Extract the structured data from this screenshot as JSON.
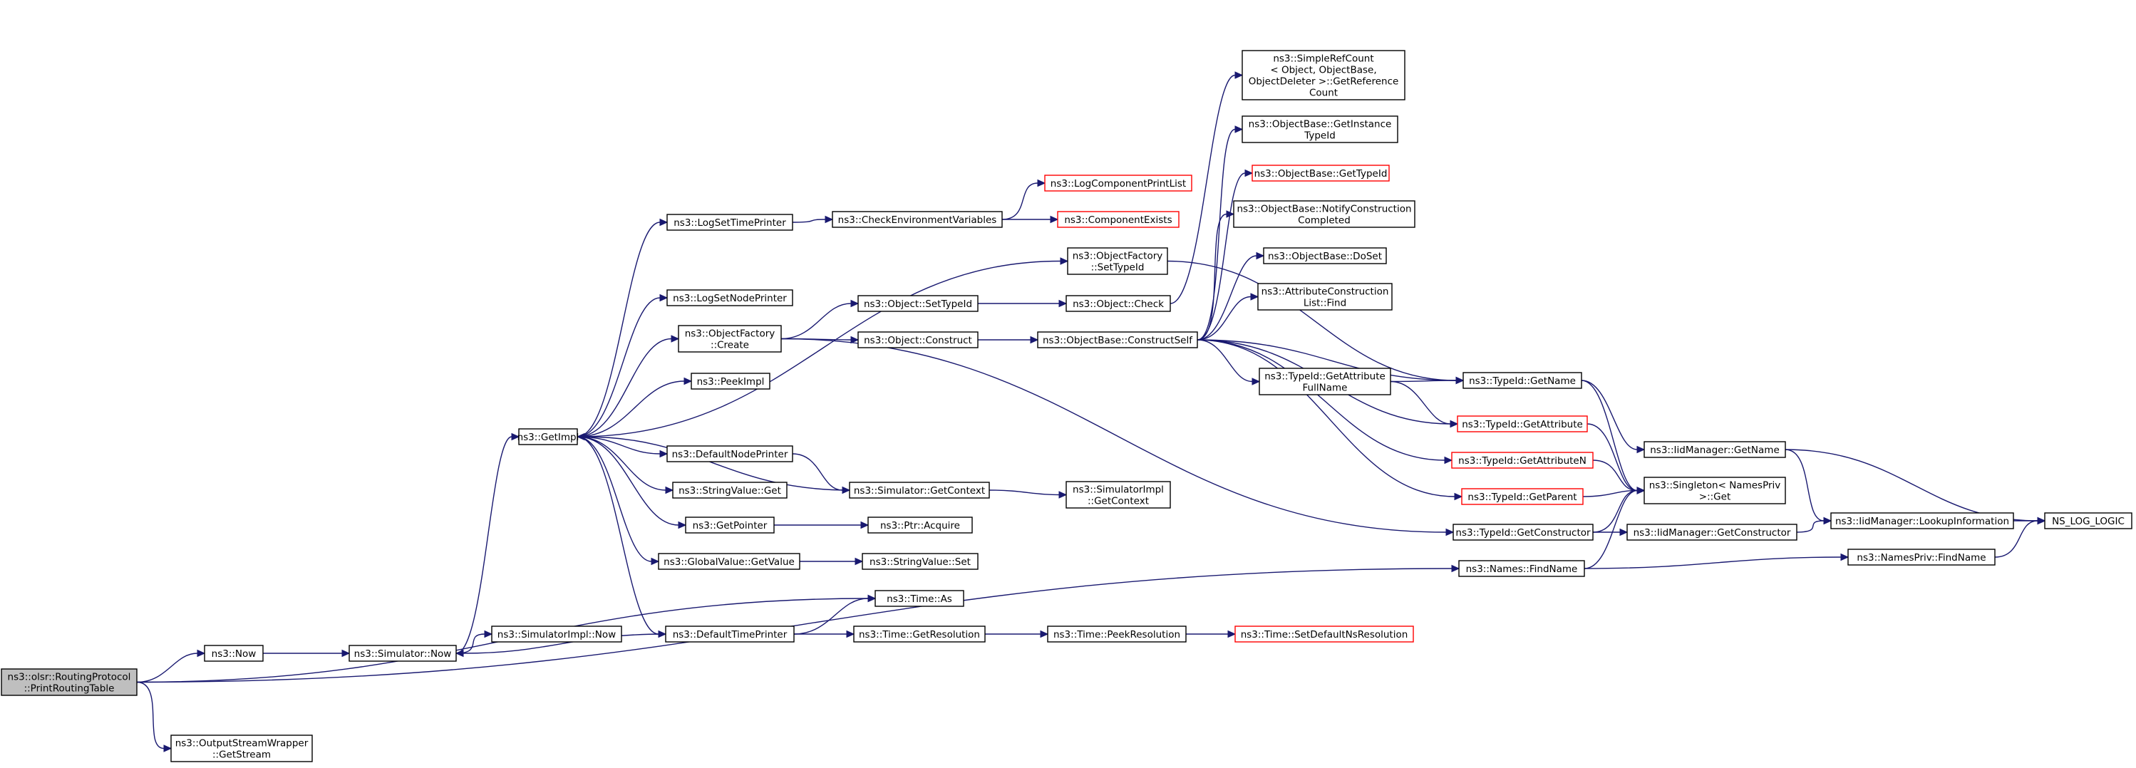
{
  "nodes": [
    {
      "id": "root",
      "lines": [
        "ns3::olsr::RoutingProtocol",
        "::PrintRoutingTable"
      ],
      "style": "root"
    },
    {
      "id": "now",
      "lines": [
        "ns3::Now"
      ]
    },
    {
      "id": "osw",
      "lines": [
        "ns3::OutputStreamWrapper",
        "::GetStream"
      ]
    },
    {
      "id": "simnow",
      "lines": [
        "ns3::Simulator::Now"
      ]
    },
    {
      "id": "getimpl",
      "lines": [
        "ns3::GetImpl"
      ]
    },
    {
      "id": "simimplnow",
      "lines": [
        "ns3::SimulatorImpl::Now"
      ]
    },
    {
      "id": "logsettime",
      "lines": [
        "ns3::LogSetTimePrinter"
      ]
    },
    {
      "id": "logsetnode",
      "lines": [
        "ns3::LogSetNodePrinter"
      ]
    },
    {
      "id": "ofcreate",
      "lines": [
        "ns3::ObjectFactory",
        "::Create"
      ]
    },
    {
      "id": "peekimpl",
      "lines": [
        "ns3::PeekImpl"
      ]
    },
    {
      "id": "defnodeprinter",
      "lines": [
        "ns3::DefaultNodePrinter"
      ]
    },
    {
      "id": "strvalget",
      "lines": [
        "ns3::StringValue::Get"
      ]
    },
    {
      "id": "getpointer",
      "lines": [
        "ns3::GetPointer"
      ]
    },
    {
      "id": "gvgetvalue",
      "lines": [
        "ns3::GlobalValue::GetValue"
      ]
    },
    {
      "id": "deftimeprinter",
      "lines": [
        "ns3::DefaultTimePrinter"
      ]
    },
    {
      "id": "checkenv",
      "lines": [
        "ns3::CheckEnvironmentVariables"
      ]
    },
    {
      "id": "objsettypeid",
      "lines": [
        "ns3::Object::SetTypeId"
      ]
    },
    {
      "id": "objconstruct",
      "lines": [
        "ns3::Object::Construct"
      ]
    },
    {
      "id": "simgetcontext",
      "lines": [
        "ns3::Simulator::GetContext"
      ]
    },
    {
      "id": "ptracquire",
      "lines": [
        "ns3::Ptr::Acquire"
      ]
    },
    {
      "id": "strvalset",
      "lines": [
        "ns3::StringValue::Set"
      ]
    },
    {
      "id": "timeas",
      "lines": [
        "ns3::Time::As"
      ]
    },
    {
      "id": "timegetres",
      "lines": [
        "ns3::Time::GetResolution"
      ]
    },
    {
      "id": "logcompprint",
      "lines": [
        "ns3::LogComponentPrintList"
      ],
      "style": "red"
    },
    {
      "id": "compexists",
      "lines": [
        "ns3::ComponentExists"
      ],
      "style": "red"
    },
    {
      "id": "ofsettypeid",
      "lines": [
        "ns3::ObjectFactory",
        "::SetTypeId"
      ]
    },
    {
      "id": "objcheck",
      "lines": [
        "ns3::Object::Check"
      ]
    },
    {
      "id": "obconstructself",
      "lines": [
        "ns3::ObjectBase::ConstructSelf"
      ]
    },
    {
      "id": "simimplgetcontext",
      "lines": [
        "ns3::SimulatorImpl",
        "::GetContext"
      ]
    },
    {
      "id": "timepeekres",
      "lines": [
        "ns3::Time::PeekResolution"
      ]
    },
    {
      "id": "setdefaultns",
      "lines": [
        "ns3::Time::SetDefaultNsResolution"
      ],
      "style": "red"
    },
    {
      "id": "simplerefcount",
      "lines": [
        "ns3::SimpleRefCount",
        "< Object, ObjectBase,",
        "ObjectDeleter >::GetReference",
        "Count"
      ]
    },
    {
      "id": "obgetinstance",
      "lines": [
        "ns3::ObjectBase::GetInstance",
        "TypeId"
      ]
    },
    {
      "id": "obgettypeid",
      "lines": [
        "ns3::ObjectBase::GetTypeId"
      ],
      "style": "red"
    },
    {
      "id": "obnotify",
      "lines": [
        "ns3::ObjectBase::NotifyConstruction",
        "Completed"
      ]
    },
    {
      "id": "obdoset",
      "lines": [
        "ns3::ObjectBase::DoSet"
      ]
    },
    {
      "id": "attrconstfind",
      "lines": [
        "ns3::AttributeConstruction",
        "List::Find"
      ]
    },
    {
      "id": "tidgetattrfull",
      "lines": [
        "ns3::TypeId::GetAttribute",
        "FullName"
      ]
    },
    {
      "id": "tidgetname",
      "lines": [
        "ns3::TypeId::GetName"
      ]
    },
    {
      "id": "tidgetattr",
      "lines": [
        "ns3::TypeId::GetAttribute"
      ],
      "style": "red"
    },
    {
      "id": "tidgetattrn",
      "lines": [
        "ns3::TypeId::GetAttributeN"
      ],
      "style": "red"
    },
    {
      "id": "tidgetparent",
      "lines": [
        "ns3::TypeId::GetParent"
      ],
      "style": "red"
    },
    {
      "id": "tidgetconstructor",
      "lines": [
        "ns3::TypeId::GetConstructor"
      ]
    },
    {
      "id": "namesfind",
      "lines": [
        "ns3::Names::FindName"
      ]
    },
    {
      "id": "iidgetname",
      "lines": [
        "ns3::IidManager::GetName"
      ]
    },
    {
      "id": "singletonget",
      "lines": [
        "ns3::Singleton< NamesPriv",
        ">::Get"
      ]
    },
    {
      "id": "iidgetconstructor",
      "lines": [
        "ns3::IidManager::GetConstructor"
      ]
    },
    {
      "id": "iidlookup",
      "lines": [
        "ns3::IidManager::LookupInformation"
      ]
    },
    {
      "id": "namesprivfind",
      "lines": [
        "ns3::NamesPriv::FindName"
      ]
    },
    {
      "id": "nslog",
      "lines": [
        "NS_LOG_LOGIC"
      ]
    }
  ],
  "edges": [
    [
      "root",
      "now"
    ],
    [
      "root",
      "osw"
    ],
    [
      "root",
      "timeas"
    ],
    [
      "root",
      "namesfind"
    ],
    [
      "now",
      "simnow"
    ],
    [
      "simnow",
      "getimpl"
    ],
    [
      "simnow",
      "simimplnow"
    ],
    [
      "getimpl",
      "logsettime"
    ],
    [
      "getimpl",
      "logsetnode"
    ],
    [
      "getimpl",
      "ofcreate"
    ],
    [
      "getimpl",
      "peekimpl"
    ],
    [
      "getimpl",
      "defnodeprinter"
    ],
    [
      "getimpl",
      "strvalget"
    ],
    [
      "getimpl",
      "getpointer"
    ],
    [
      "getimpl",
      "gvgetvalue"
    ],
    [
      "getimpl",
      "deftimeprinter"
    ],
    [
      "getimpl",
      "ofsettypeid"
    ],
    [
      "simgetcontext",
      "getimpl"
    ],
    [
      "deftimeprinter",
      "simnow"
    ],
    [
      "logsettime",
      "checkenv"
    ],
    [
      "checkenv",
      "logcompprint"
    ],
    [
      "checkenv",
      "compexists"
    ],
    [
      "ofcreate",
      "objsettypeid"
    ],
    [
      "ofcreate",
      "objconstruct"
    ],
    [
      "ofcreate",
      "tidgetconstructor"
    ],
    [
      "defnodeprinter",
      "simgetcontext"
    ],
    [
      "getpointer",
      "ptracquire"
    ],
    [
      "gvgetvalue",
      "strvalset"
    ],
    [
      "deftimeprinter",
      "timeas"
    ],
    [
      "deftimeprinter",
      "timegetres"
    ],
    [
      "objsettypeid",
      "objcheck"
    ],
    [
      "objconstruct",
      "obconstructself"
    ],
    [
      "simgetcontext",
      "simimplgetcontext"
    ],
    [
      "timegetres",
      "timepeekres"
    ],
    [
      "timepeekres",
      "setdefaultns"
    ],
    [
      "ofsettypeid",
      "tidgetname"
    ],
    [
      "objcheck",
      "simplerefcount"
    ],
    [
      "obconstructself",
      "obgetinstance"
    ],
    [
      "obconstructself",
      "obgettypeid"
    ],
    [
      "obconstructself",
      "obnotify"
    ],
    [
      "obconstructself",
      "obdoset"
    ],
    [
      "obconstructself",
      "attrconstfind"
    ],
    [
      "obconstructself",
      "tidgetattrfull"
    ],
    [
      "obconstructself",
      "tidgetname"
    ],
    [
      "obconstructself",
      "tidgetattr"
    ],
    [
      "obconstructself",
      "tidgetattrn"
    ],
    [
      "obconstructself",
      "tidgetparent"
    ],
    [
      "tidgetattrfull",
      "tidgetname"
    ],
    [
      "tidgetattrfull",
      "tidgetattr"
    ],
    [
      "tidgetname",
      "iidgetname"
    ],
    [
      "tidgetname",
      "singletonget"
    ],
    [
      "tidgetattr",
      "singletonget"
    ],
    [
      "tidgetattrn",
      "singletonget"
    ],
    [
      "tidgetparent",
      "singletonget"
    ],
    [
      "tidgetconstructor",
      "singletonget"
    ],
    [
      "tidgetconstructor",
      "iidgetconstructor"
    ],
    [
      "namesfind",
      "singletonget"
    ],
    [
      "namesfind",
      "namesprivfind"
    ],
    [
      "iidgetname",
      "iidlookup"
    ],
    [
      "iidgetname",
      "nslog"
    ],
    [
      "iidgetconstructor",
      "iidlookup"
    ],
    [
      "iidlookup",
      "nslog"
    ],
    [
      "namesprivfind",
      "nslog"
    ]
  ],
  "colors": {
    "edge": "#191970",
    "node_border": "#000000",
    "missing_border": "#ff0000",
    "root_fill": "#bfbfbf"
  }
}
